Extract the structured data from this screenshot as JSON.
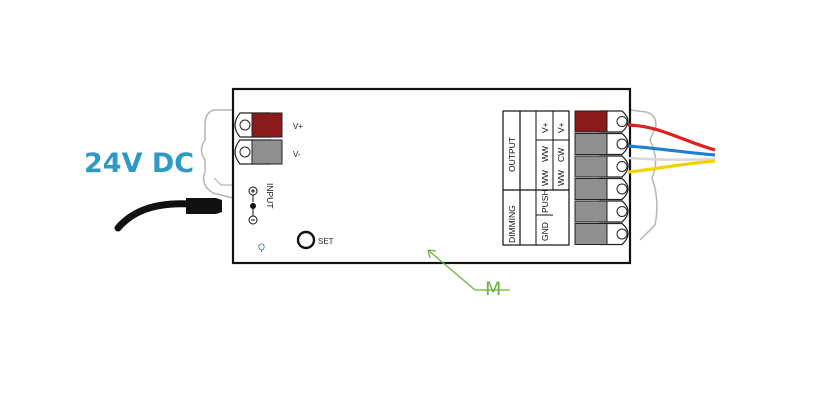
{
  "labels": {
    "supply": "24V DC",
    "input": "INPUT",
    "v_plus": "V+",
    "v_minus": "V-",
    "set": "SET",
    "output": "OUTPUT",
    "dimming": "DIMMING",
    "col1": [
      "V+",
      "WW",
      "WW"
    ],
    "col2": [
      "V+",
      "CW",
      "WW"
    ],
    "push": "PUSH",
    "gnd": "GND",
    "marker": "M"
  },
  "colors": {
    "supply_text": "#2e9ac4",
    "marker": "#6db33f",
    "terminal_red": "#8b1a1a",
    "terminal_grey": "#8f8f8f",
    "wire_red": "#e02020",
    "wire_blue": "#1f7fd0",
    "wire_yellow": "#f0d400",
    "cable": "#111111"
  }
}
